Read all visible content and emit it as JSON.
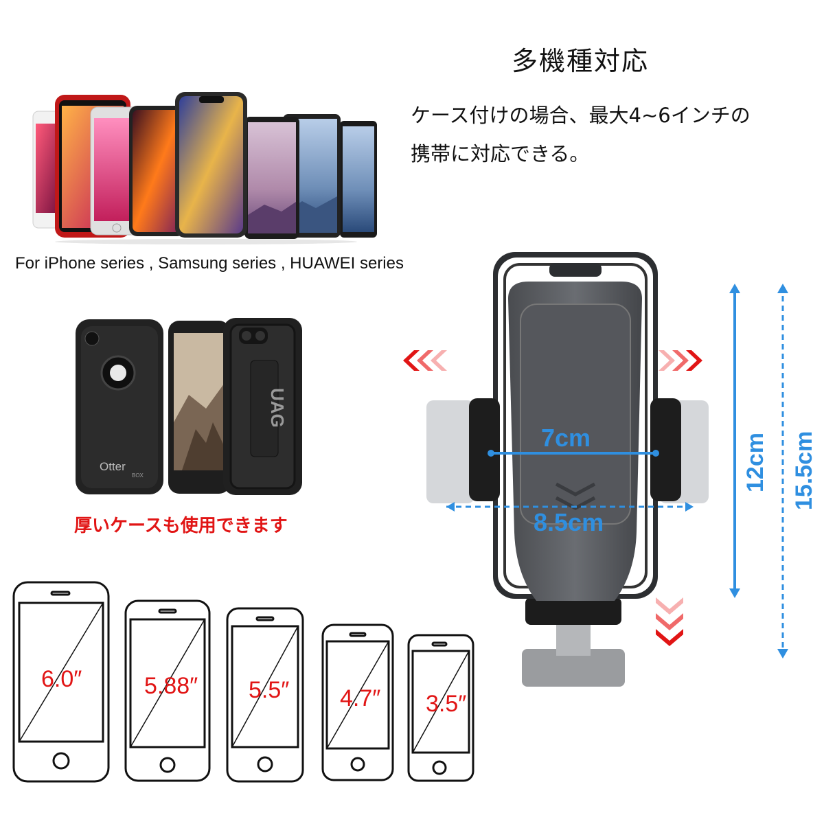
{
  "header": {
    "title": "多機種対応",
    "description_lines": [
      "ケース付けの場合、最大4~6インチの",
      "携帯に対応できる。"
    ]
  },
  "compatibility": {
    "series_text": "For iPhone series , Samsung series , HUAWEI series"
  },
  "cases": {
    "note": "厚いケースも使用できます",
    "brand_otter": "Otter",
    "brand_otter_sub": "BOX",
    "brand_uag": "UAG"
  },
  "dimensions": {
    "inner_width": "7cm",
    "outer_width": "8.5cm",
    "inner_height": "12cm",
    "outer_height": "15.5cm"
  },
  "screen_sizes": [
    "6.0″",
    "5.88″",
    "5.5″",
    "4.7″",
    "3.5″"
  ],
  "colors": {
    "accent_red": "#e11515",
    "measure_blue": "#2f8fe0",
    "holder_gray": "#5d6065"
  }
}
